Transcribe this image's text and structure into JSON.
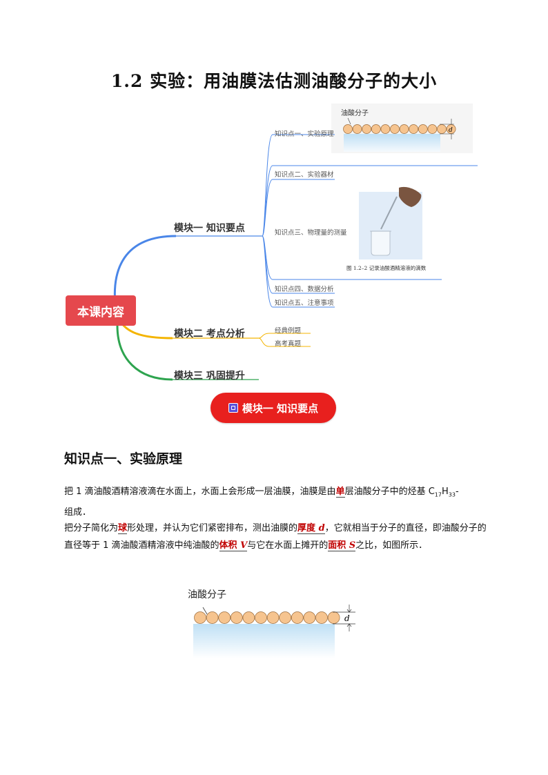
{
  "title": "1.2  实验：用油膜法估测油酸分子的大小",
  "mindmap": {
    "root": "本课内容",
    "modules": [
      {
        "label": "模块一 知识要点"
      },
      {
        "label": "模块二 考点分析"
      },
      {
        "label": "模块三 巩固提升"
      }
    ],
    "module1_items": [
      "知识点一、实验原理",
      "知识点二、实验器材",
      "知识点三、物理量的测量",
      "知识点四、数据分析",
      "知识点五、注意事项"
    ],
    "module2_items": [
      "经典例题",
      "高考真题"
    ],
    "small_fig_label": "油酸分子",
    "small_fig_d": "d",
    "photo_caption": "图 1.2–2    记录油酸酒精溶液的滴数"
  },
  "module_button": "模块一 知识要点",
  "section": {
    "heading": "知识点一、实验原理",
    "para1": {
      "t1": "把 1 滴油酸酒精溶液滴在水面上，水面上会形成一层油膜，油膜是由",
      "hl1": "单",
      "t2": "层油酸分子中的烃基 C",
      "sub1": "17",
      "t3": "H",
      "sub2": "33",
      "t4": "-",
      "t5": "组成．"
    },
    "para2": {
      "t1": "把分子简化为",
      "hl1": "球",
      "t2": "形处理，并认为它们紧密排布，测出油膜的",
      "hl2": "厚度",
      "hl2i": "d",
      "t3": "，它就相当于分子的直径，即油酸分子的直径等于 1 滴油酸酒精溶液中纯油酸的",
      "hl3": "体积",
      "hl3i": "V",
      "t4": "与它在水面上摊开的",
      "hl4": "面积",
      "hl4i": "S",
      "t5": "之比，如图所示．"
    },
    "figure": {
      "label": "油酸分子",
      "d": "d"
    }
  },
  "colors": {
    "root": "#e5484d",
    "blue": "#4a86e8",
    "orange": "#f4b400",
    "green": "#2ea44f",
    "button": "#e8201e",
    "highlight": "#c00000",
    "water": "#d7ecfa",
    "molecule": "#f6c48f"
  }
}
